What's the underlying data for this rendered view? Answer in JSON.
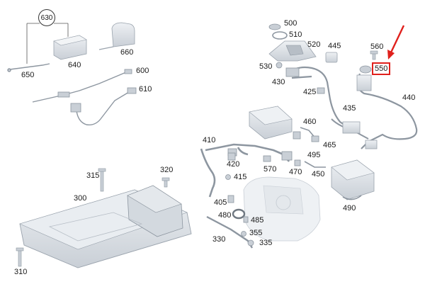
{
  "colors": {
    "part_fill": "#dfe3e8",
    "part_stroke": "#9aa3ad",
    "leader": "#555555",
    "highlight": "#e0201c"
  },
  "labels": {
    "p630": "630",
    "p640": "640",
    "p650": "650",
    "p660": "660",
    "p600": "600",
    "p610": "610",
    "p500": "500",
    "p510": "510",
    "p520": "520",
    "p445": "445",
    "p560": "560",
    "p550": "550",
    "p530": "530",
    "p430": "430",
    "p425": "425",
    "p440": "440",
    "p435": "435",
    "p460": "460",
    "p465": "465",
    "p495": "495",
    "p410": "410",
    "p420": "420",
    "p415": "415",
    "p570": "570",
    "p470": "470",
    "p450": "450",
    "p490": "490",
    "p315": "315",
    "p320": "320",
    "p300": "300",
    "p405": "405",
    "p480": "480",
    "p485": "485",
    "p330": "330",
    "p355": "355",
    "p335": "335",
    "p310": "310"
  },
  "highlighted_part": "550",
  "icons": {
    "pointer": "red-arrow-icon"
  }
}
